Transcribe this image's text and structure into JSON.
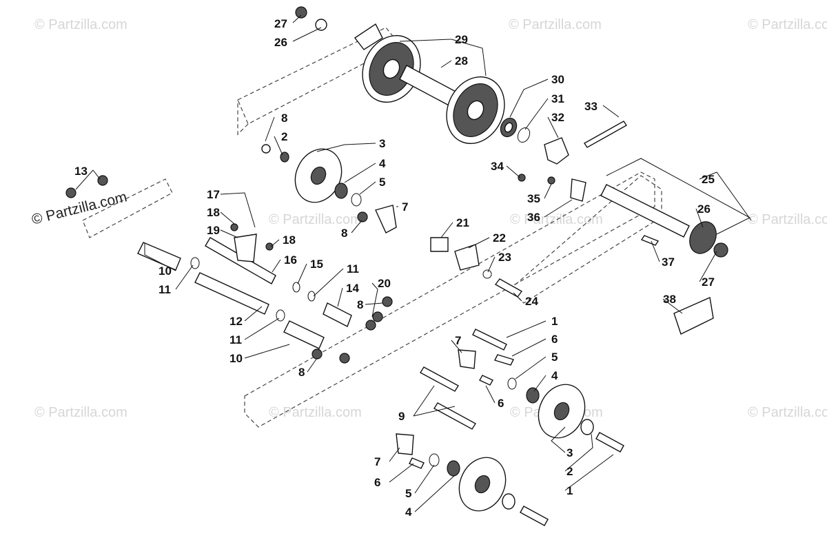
{
  "watermark": {
    "text": "© Partzilla.com",
    "main_text": "© Partzilla.com"
  },
  "callouts": [
    "27",
    "26",
    "29",
    "28",
    "30",
    "31",
    "32",
    "33",
    "8",
    "2",
    "3",
    "4",
    "5",
    "34",
    "25",
    "13",
    "17",
    "18",
    "19",
    "18",
    "35",
    "36",
    "26",
    "7",
    "21",
    "22",
    "8",
    "23",
    "37",
    "16",
    "15",
    "11",
    "10",
    "11",
    "20",
    "14",
    "8",
    "27",
    "24",
    "38",
    "12",
    "11",
    "1",
    "6",
    "10",
    "7",
    "5",
    "8",
    "4",
    "6",
    "9",
    "3",
    "7",
    "2",
    "6",
    "5",
    "1",
    "4"
  ]
}
